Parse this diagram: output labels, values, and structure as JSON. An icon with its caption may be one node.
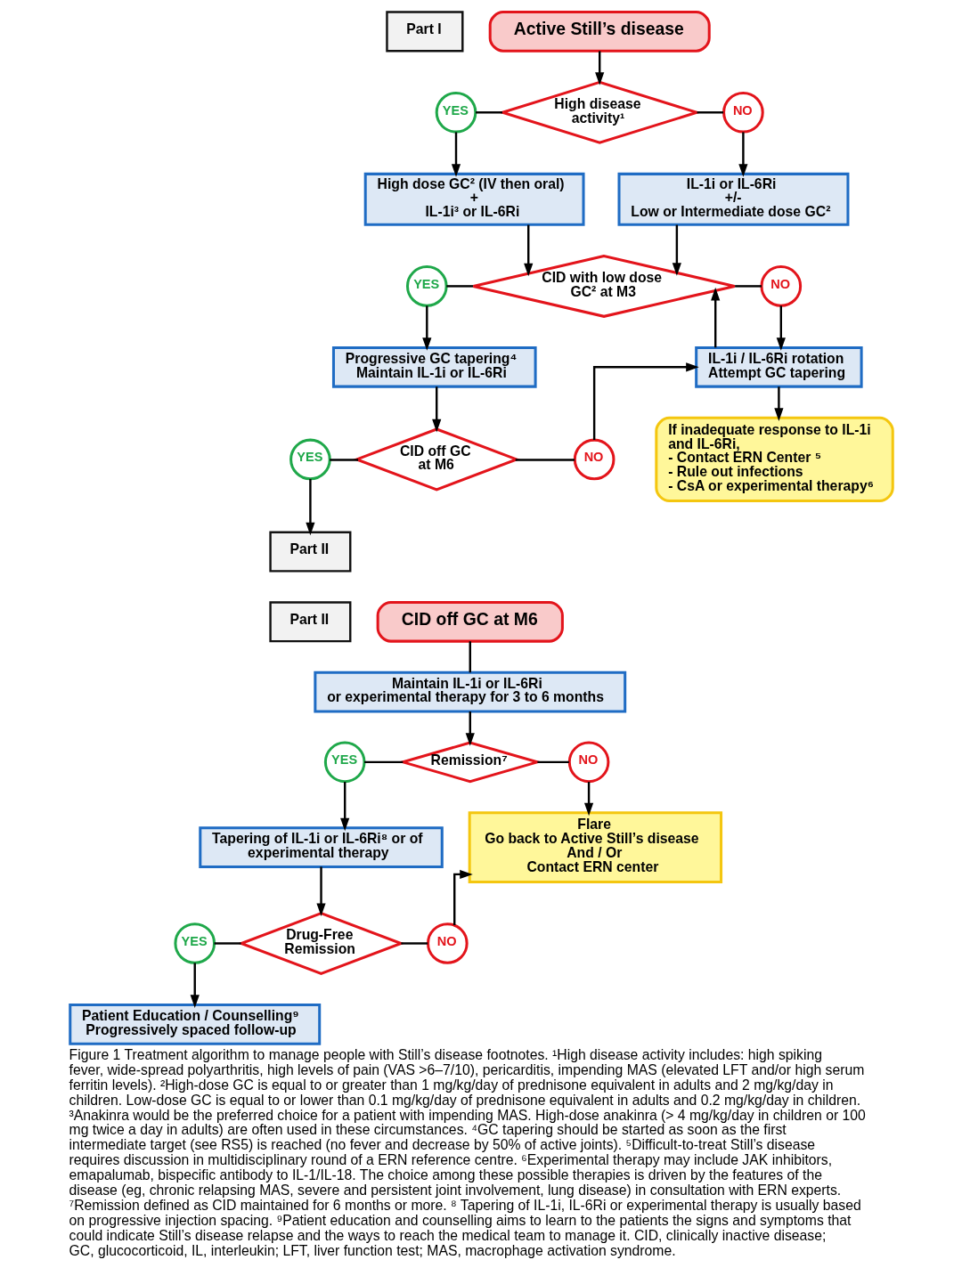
{
  "diagram": {
    "caption": "Figure 1 Treatment algorithm to manage people with Still’s disease footnotes. ¹High disease activity includes: high spiking fever, wide-spread polyarthritis, high levels of pain (VAS >6–7/10), pericarditis, impending MAS (elevated LFT and/or high serum ferritin levels). ²High-dose GC is equal to or greater than 1 mg/kg/day of prednisone equivalent in adults and 2 mg/kg/day in children. Low-dose GC is equal to or lower than 0.1 mg/kg/day of prednisone equivalent in adults and 0.2 mg/kg/day in children. ³Anakinra would be the preferred choice for a patient with impending MAS. High-dose anakinra (> 4 mg/kg/day in children or 100 mg twice a day in adults) are often used in these circumstances. ⁴GC tapering should be started as soon as the first intermediate target (see RS5) is reached (no fever and decrease by 50% of active joints). ⁵Difficult-to-treat Still’s disease requires discussion in multidisciplinary round of a ERN reference centre. ⁶Experimental therapy may include JAK inhibitors, emapalumab, bispecific antibody to IL-1/IL-18. The choice among these possible therapies is driven by the features of the disease (eg, chronic relapsing MAS, severe and persistent joint involvement, lung disease) in consultation with ERN experts. ⁷Remission defined as CID maintained for 6 months or more. ⁸ Tapering of IL-1i, IL-6Ri or experimental therapy is usually based on progressive injection spacing. ⁹Patient education and counselling aims to learn to the patients the signs and symptoms that could indicate Still’s disease relapse and the ways to reach the medical team to manage it. CID, clinically inactive disease; GC, glucocorticoid, IL, interleukin; LFT, liver function test; MAS, macrophage activation syndrome.",
    "nodes": [
      {
        "text": [
          "Part I"
        ]
      },
      {
        "text": [
          "Active Still’s disease"
        ]
      },
      {
        "text": [
          "High disease activity¹"
        ]
      },
      {
        "text": [
          "YES"
        ]
      },
      {
        "text": [
          "NO"
        ]
      },
      {
        "text": [
          "High dose GC² (IV then oral)",
          "+",
          "IL-1i³ or IL-6Ri"
        ]
      },
      {
        "text": [
          "IL-1i or IL-6Ri",
          "+/-",
          "Low or Intermediate dose GC²"
        ]
      },
      {
        "text": [
          "CID with low dose GC² at M3"
        ]
      },
      {
        "text": [
          "YES"
        ]
      },
      {
        "text": [
          "NO"
        ]
      },
      {
        "text": [
          "Progressive GC tapering⁴",
          "Maintain IL-1i or IL-6Ri"
        ]
      },
      {
        "text": [
          "IL-1i / IL-6Ri rotation",
          "Attempt GC tapering"
        ]
      },
      {
        "text": [
          "CID off GC at M6"
        ]
      },
      {
        "text": [
          "YES"
        ]
      },
      {
        "text": [
          "NO"
        ]
      },
      {
        "text": [
          "If inadequate response to IL-1i and IL-6Ri,",
          "- Contact ERN Center ⁵",
          "- Rule out infections",
          "- CsA or experimental therapy⁶"
        ]
      },
      {
        "text": [
          "Part II"
        ]
      },
      {
        "text": [
          "Part II"
        ]
      },
      {
        "text": [
          "CID off GC at M6"
        ]
      },
      {
        "text": [
          "Maintain IL-1i or IL-6Ri",
          "or experimental therapy for 3 to 6 months"
        ]
      },
      {
        "text": [
          "Remission⁷"
        ]
      },
      {
        "text": [
          "YES"
        ]
      },
      {
        "text": [
          "NO"
        ]
      },
      {
        "text": [
          "Tapering of IL-1i or IL-6Ri⁸ or of experimental therapy"
        ]
      },
      {
        "text": [
          "Flare",
          "Go back to Active Still’s disease",
          "And / Or",
          "Contact ERN center"
        ]
      },
      {
        "text": [
          "Drug-Free Remission"
        ]
      },
      {
        "text": [
          "YES"
        ]
      },
      {
        "text": [
          "NO"
        ]
      },
      {
        "text": [
          "Patient Education / Counselling⁹",
          "Progressively spaced follow-up"
        ]
      }
    ],
    "edges": [
      {
        "from": 1,
        "to": 2,
        "arrow": "to"
      },
      {
        "from": 3,
        "to": 2,
        "arrow": "none"
      },
      {
        "from": 2,
        "to": 4,
        "arrow": "none"
      },
      {
        "from": 3,
        "to": 5,
        "arrow": "to"
      },
      {
        "from": 4,
        "to": 6,
        "arrow": "to"
      },
      {
        "from": 5,
        "to": 7,
        "arrow": "to"
      },
      {
        "from": 6,
        "to": 7,
        "arrow": "to"
      },
      {
        "from": 8,
        "to": 7,
        "arrow": "none"
      },
      {
        "from": 7,
        "to": 9,
        "arrow": "none"
      },
      {
        "from": 8,
        "to": 10,
        "arrow": "to"
      },
      {
        "from": 9,
        "to": 11,
        "arrow": "to"
      },
      {
        "from": 11,
        "to": 7,
        "arrow": "to"
      },
      {
        "from": 11,
        "to": 15,
        "arrow": "to"
      },
      {
        "from": 10,
        "to": 12,
        "arrow": "to"
      },
      {
        "from": 13,
        "to": 12,
        "arrow": "none"
      },
      {
        "from": 12,
        "to": 14,
        "arrow": "none"
      },
      {
        "from": 13,
        "to": 16,
        "arrow": "to"
      },
      {
        "from": 14,
        "to": 11,
        "arrow": "to"
      },
      {
        "from": 18,
        "to": 19,
        "arrow": "none"
      },
      {
        "from": 19,
        "to": 20,
        "arrow": "to"
      },
      {
        "from": 21,
        "to": 20,
        "arrow": "none"
      },
      {
        "from": 20,
        "to": 22,
        "arrow": "none"
      },
      {
        "from": 21,
        "to": 23,
        "arrow": "to"
      },
      {
        "from": 22,
        "to": 24,
        "arrow": "to"
      },
      {
        "from": 23,
        "to": 25,
        "arrow": "to"
      },
      {
        "from": 26,
        "to": 25,
        "arrow": "none"
      },
      {
        "from": 25,
        "to": 27,
        "arrow": "none"
      },
      {
        "from": 26,
        "to": 28,
        "arrow": "to"
      },
      {
        "from": 27,
        "to": 24,
        "arrow": "to"
      }
    ]
  }
}
